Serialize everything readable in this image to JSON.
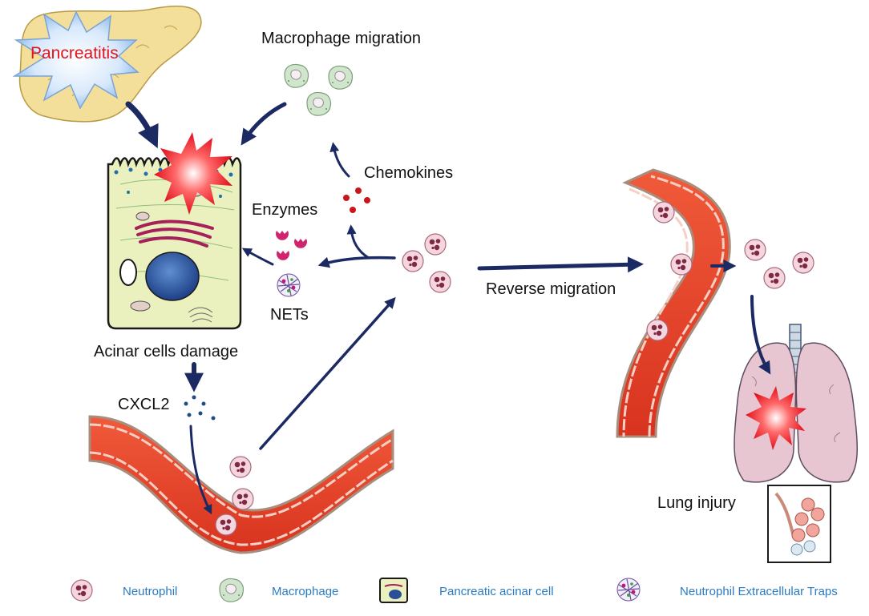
{
  "labels": {
    "pancreatitis": "Pancreatitis",
    "macrophage_migration": "Macrophage migration",
    "chemokines": "Chemokines",
    "enzymes": "Enzymes",
    "nets": "NETs",
    "acinar_damage": "Acinar cells damage",
    "cxcl2": "CXCL2",
    "reverse_migration": "Reverse migration",
    "lung_injury": "Lung injury"
  },
  "legend": [
    {
      "icon": "neutrophil-icon",
      "label": "Neutrophil"
    },
    {
      "icon": "macrophage-icon",
      "label": "Macrophage"
    },
    {
      "icon": "acinar-cell-icon",
      "label": "Pancreatic acinar cell"
    },
    {
      "icon": "nets-icon",
      "label": "Neutrophil Extracellular Traps"
    }
  ],
  "colors": {
    "arrow": "#1c2a63",
    "label_red": "#e0141c",
    "legend_text": "#2a7bc2",
    "vessel": "#e8452c",
    "neutrophil": "#f6d6de",
    "macrophage": "#cfe5cc",
    "acinar": "#e9f0bf"
  }
}
